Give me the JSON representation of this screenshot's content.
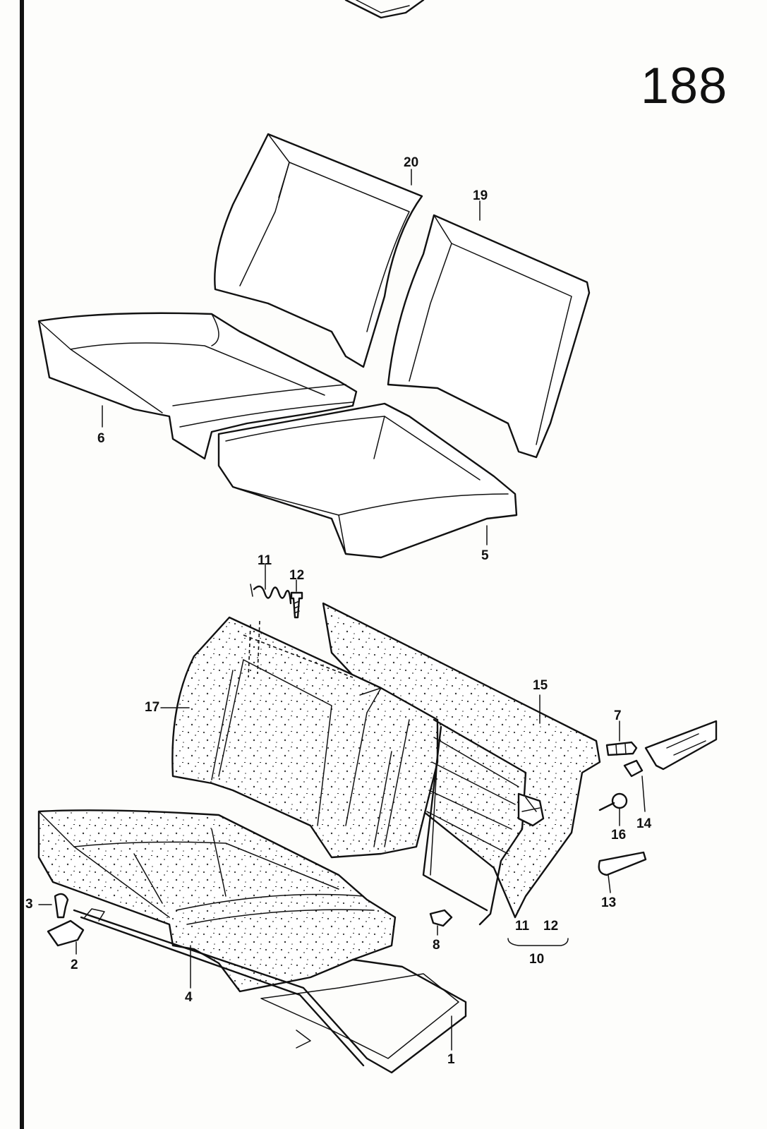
{
  "page_number": "188",
  "callouts": {
    "c1": "1",
    "c2": "2",
    "c3": "3",
    "c4": "4",
    "c5": "5",
    "c6": "6",
    "c7": "7",
    "c8": "8",
    "c10": "10",
    "c11a": "11",
    "c11b": "11",
    "c12a": "12",
    "c12b": "12",
    "c13": "13",
    "c14": "14",
    "c15": "15",
    "c16": "16",
    "c17": "17",
    "c19": "19",
    "c20": "20"
  },
  "parts": [
    "backrest-cover-left",
    "backrest-cover-right",
    "seat-cover-left",
    "seat-cover-right",
    "seat-cushion-foam",
    "seat-frame",
    "backrest-foam",
    "backrest-frame",
    "backrest-panel",
    "hinge-bracket",
    "spring",
    "screw",
    "bolt",
    "clip",
    "plug",
    "strap"
  ]
}
